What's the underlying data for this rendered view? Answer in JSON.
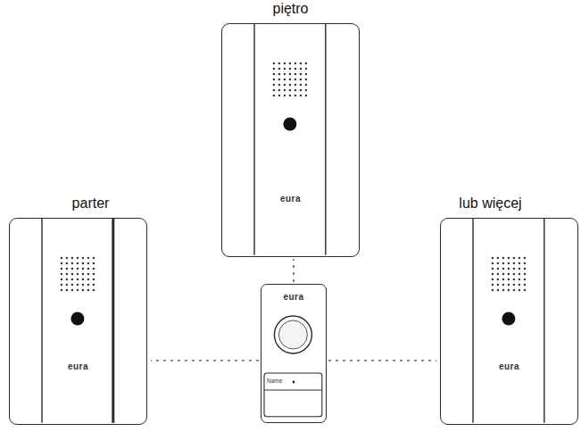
{
  "diagram": {
    "nodes": [
      {
        "text": [
          "piętro",
          "eura"
        ]
      },
      {
        "text": [
          "parter",
          "eura"
        ]
      },
      {
        "text": [
          "eura",
          "Name"
        ]
      },
      {
        "text": [
          "lub więcej",
          "eura"
        ]
      }
    ],
    "edges": [
      {
        "from": 2,
        "to": 0,
        "arrow": "none"
      },
      {
        "from": 2,
        "to": 1,
        "arrow": "none"
      },
      {
        "from": 2,
        "to": 3,
        "arrow": "none"
      }
    ]
  }
}
